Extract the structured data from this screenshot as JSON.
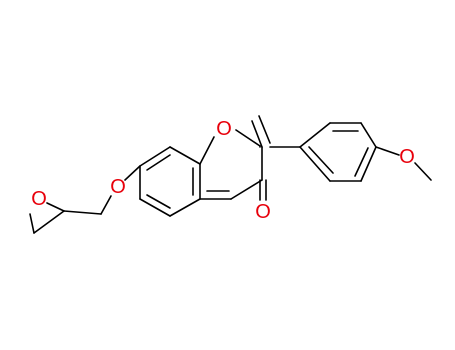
{
  "molecule": {
    "atoms": {
      "ring_oxygen": "O",
      "ether_oxygen_left": "O",
      "epoxide_oxygen": "O",
      "carbonyl_oxygen": "O",
      "methoxy_oxygen": "O"
    }
  },
  "colors": {
    "bond": "#000000",
    "heteroatom": "#e8000b",
    "background": "#ffffff"
  }
}
